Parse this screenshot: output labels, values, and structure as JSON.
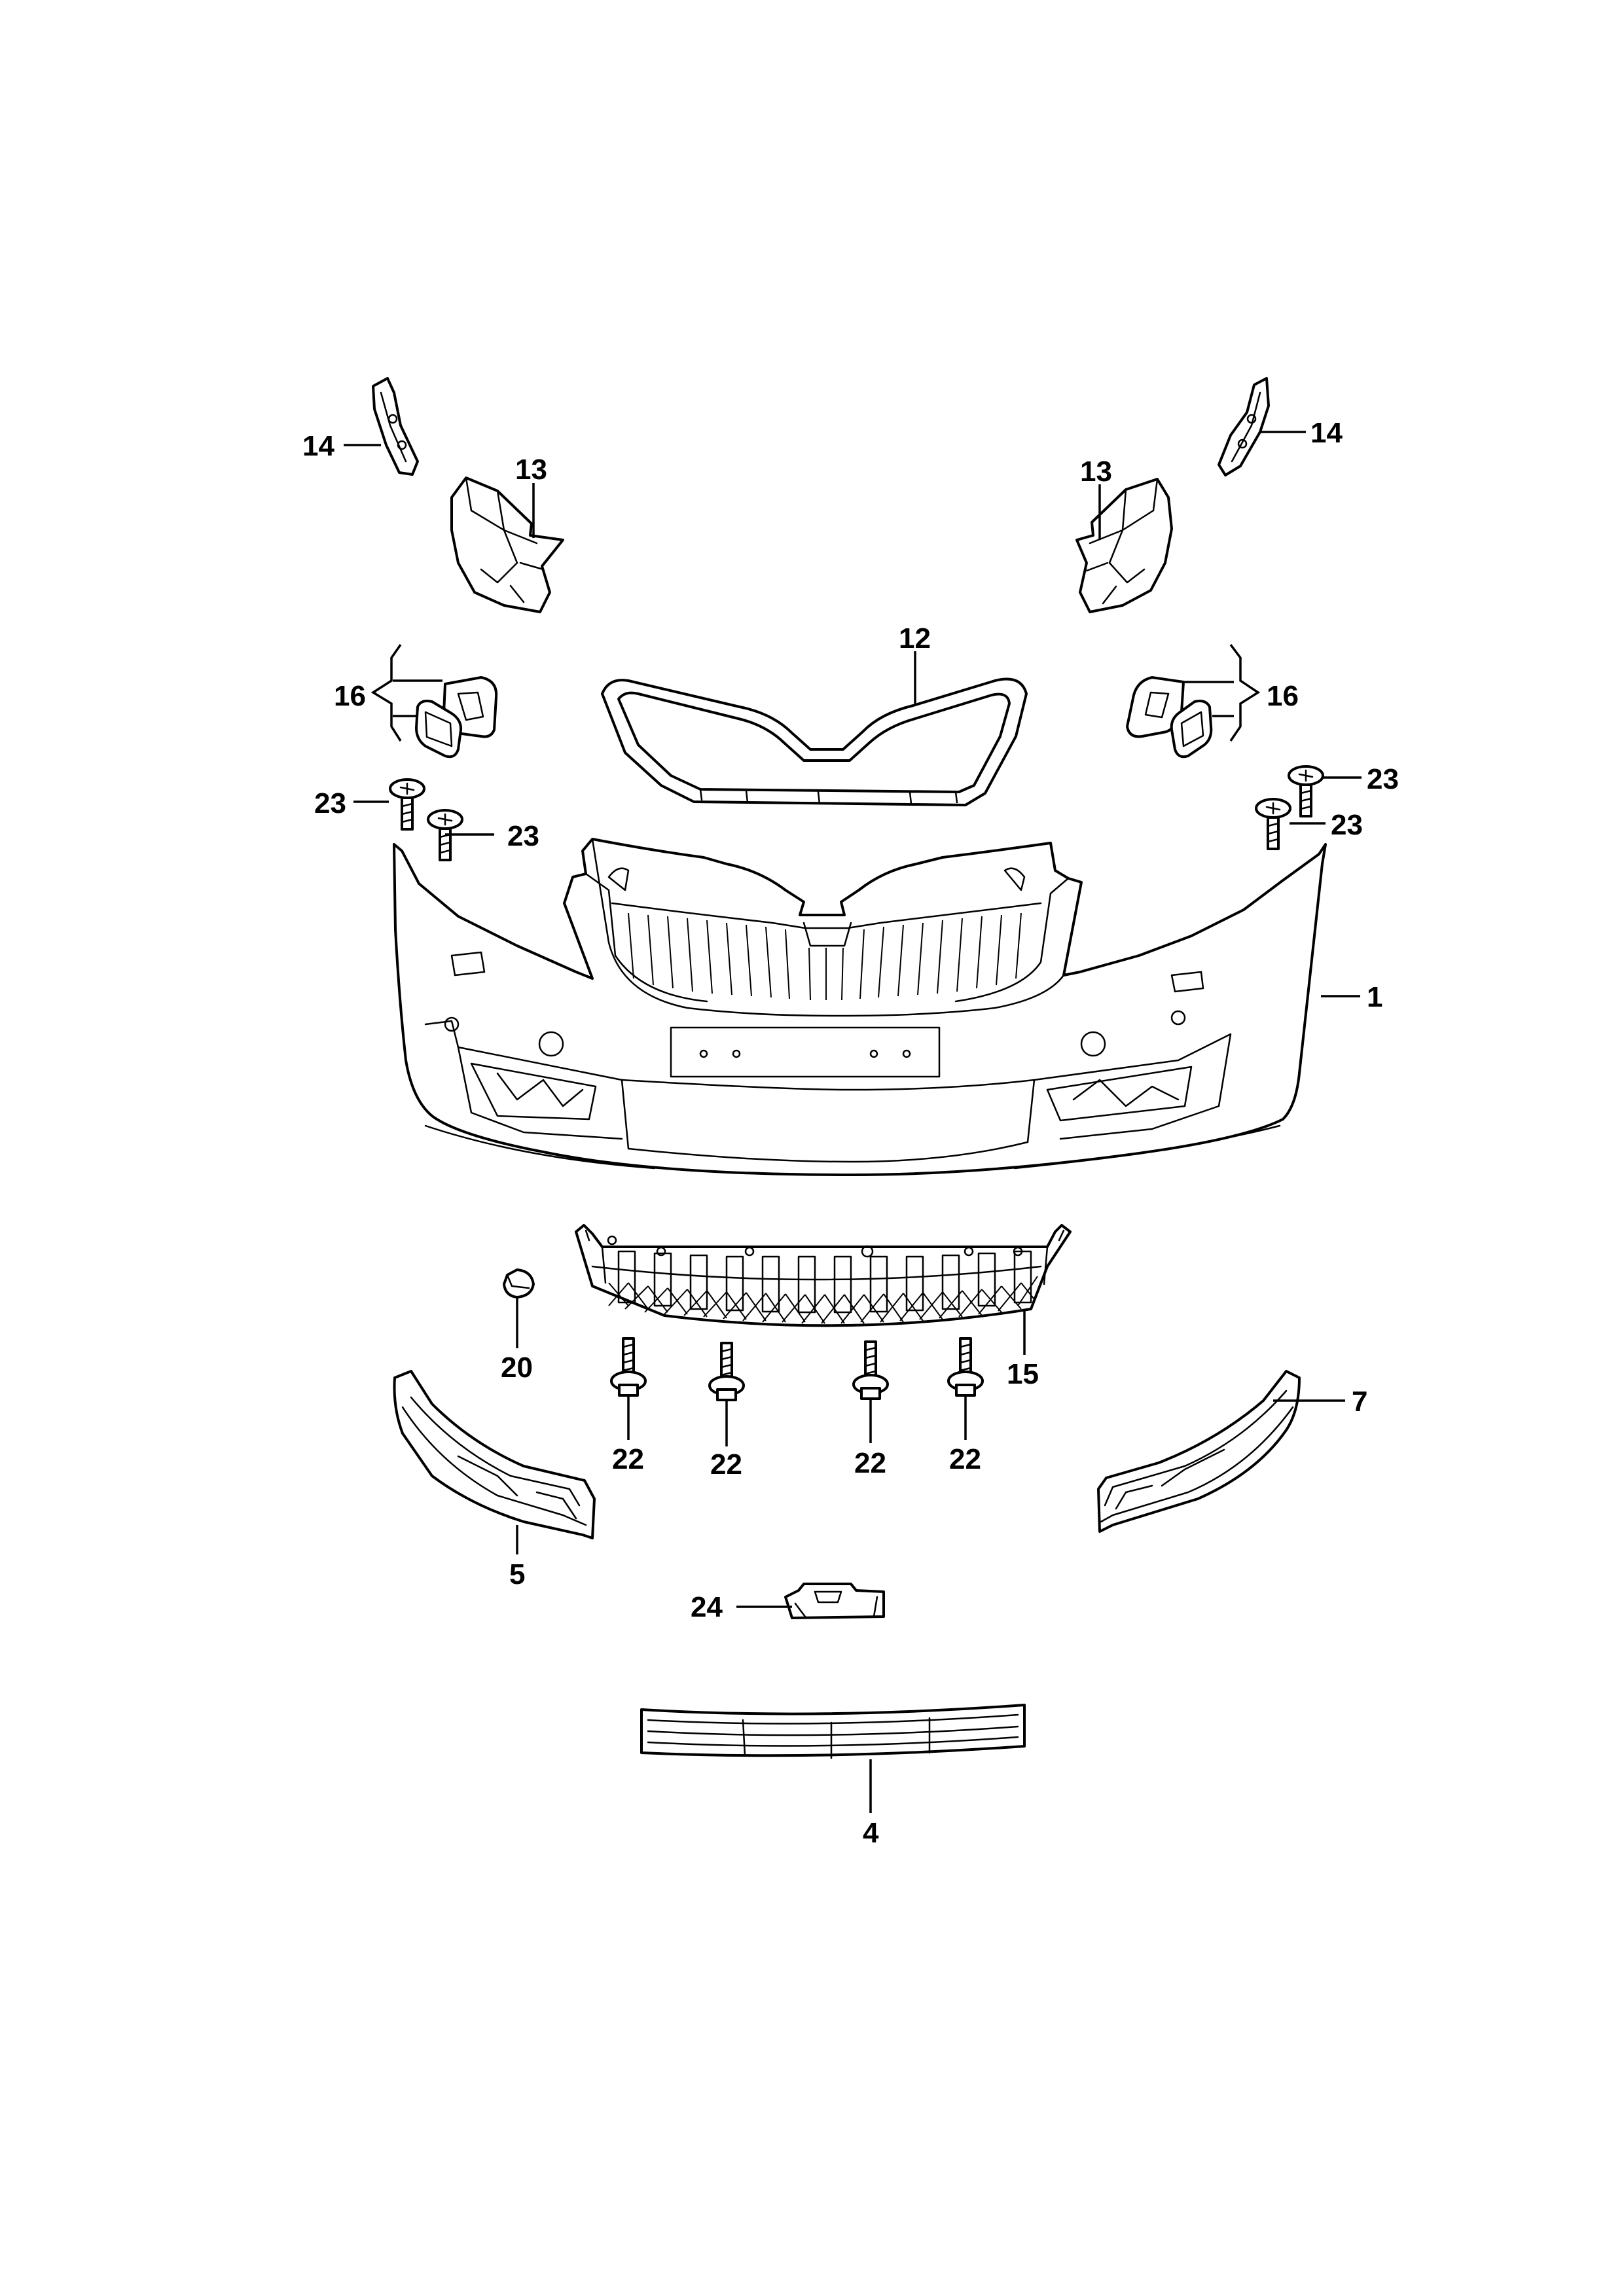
{
  "callouts": [
    {
      "id": "c14l",
      "text": "14"
    },
    {
      "id": "c14r",
      "text": "14"
    },
    {
      "id": "c13l",
      "text": "13"
    },
    {
      "id": "c13r",
      "text": "13"
    },
    {
      "id": "c12",
      "text": "12"
    },
    {
      "id": "c16l",
      "text": "16"
    },
    {
      "id": "c16r",
      "text": "16"
    },
    {
      "id": "c23a",
      "text": "23"
    },
    {
      "id": "c23b",
      "text": "23"
    },
    {
      "id": "c23c",
      "text": "23"
    },
    {
      "id": "c23d",
      "text": "23"
    },
    {
      "id": "c1",
      "text": "1"
    },
    {
      "id": "c20",
      "text": "20"
    },
    {
      "id": "c15",
      "text": "15"
    },
    {
      "id": "c22a",
      "text": "22"
    },
    {
      "id": "c22b",
      "text": "22"
    },
    {
      "id": "c22c",
      "text": "22"
    },
    {
      "id": "c22d",
      "text": "22"
    },
    {
      "id": "c7",
      "text": "7"
    },
    {
      "id": "c5",
      "text": "5"
    },
    {
      "id": "c24",
      "text": "24"
    },
    {
      "id": "c4",
      "text": "4"
    }
  ]
}
